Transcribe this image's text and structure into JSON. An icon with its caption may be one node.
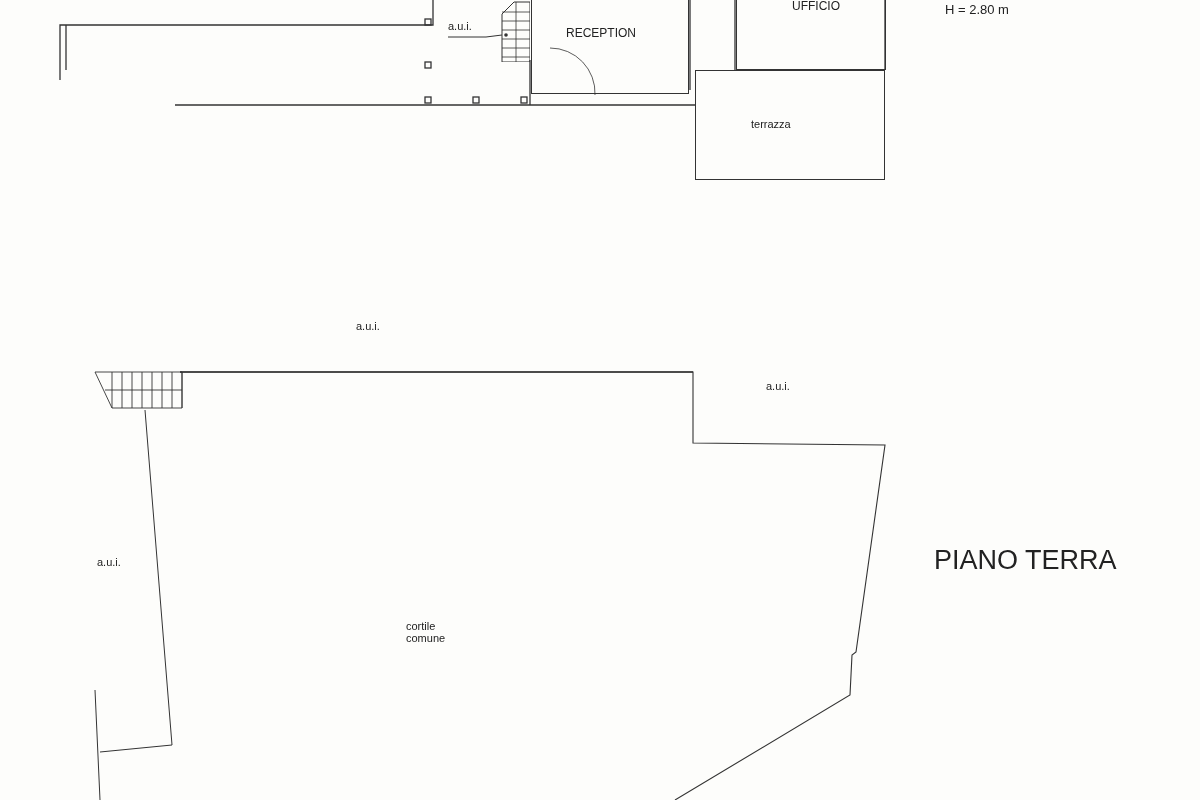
{
  "diagram": {
    "title": "PIANO TERRA",
    "nodes": [
      {
        "text": [
          "UFFICIO"
        ]
      },
      {
        "text": [
          "RECEPTION"
        ]
      },
      {
        "text": [
          "terrazza"
        ]
      },
      {
        "text": [
          "a.u.i."
        ]
      },
      {
        "text": [],
        "shape": "stairs"
      },
      {
        "text": [
          "cortile comune"
        ]
      }
    ],
    "edges": [
      {
        "from": 3,
        "to": 4,
        "arrow": "none"
      }
    ],
    "labels": [
      "H = 2.80 m",
      "a.u.i.",
      "a.u.i.",
      "a.u.i."
    ]
  }
}
